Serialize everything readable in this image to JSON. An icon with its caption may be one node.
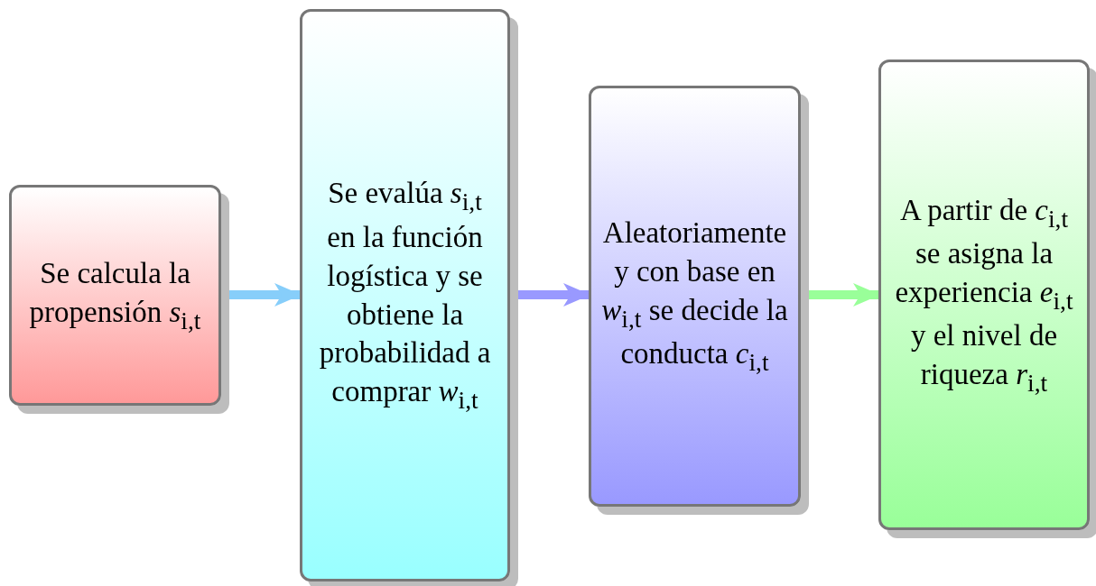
{
  "diagram": {
    "nodes": [
      {
        "text": [
          "Se calcula la propensión *s*$_{i,t}$"
        ]
      },
      {
        "text": [
          "Se evalúa *s*$_{i,t}$ en la función logística y se obtiene la probabilidad a comprar *w*$_{i,t}$"
        ]
      },
      {
        "text": [
          "Aleatoriamente y con base en *w*$_{i,t}$ se decide la conducta *c*$_{i,t}$"
        ]
      },
      {
        "text": [
          "A partir de *c*$_{i,t}$ se asigna la experiencia *e*$_{i,t}$ y el nivel de riqueza *r*$_{i,t}$"
        ]
      }
    ],
    "edges": [
      {
        "from": 0,
        "to": 1,
        "arrow": "to",
        "color": "#87cefa"
      },
      {
        "from": 1,
        "to": 2,
        "arrow": "to",
        "color": "#9999ff"
      },
      {
        "from": 2,
        "to": 3,
        "arrow": "to",
        "color": "#99ff99"
      }
    ]
  }
}
